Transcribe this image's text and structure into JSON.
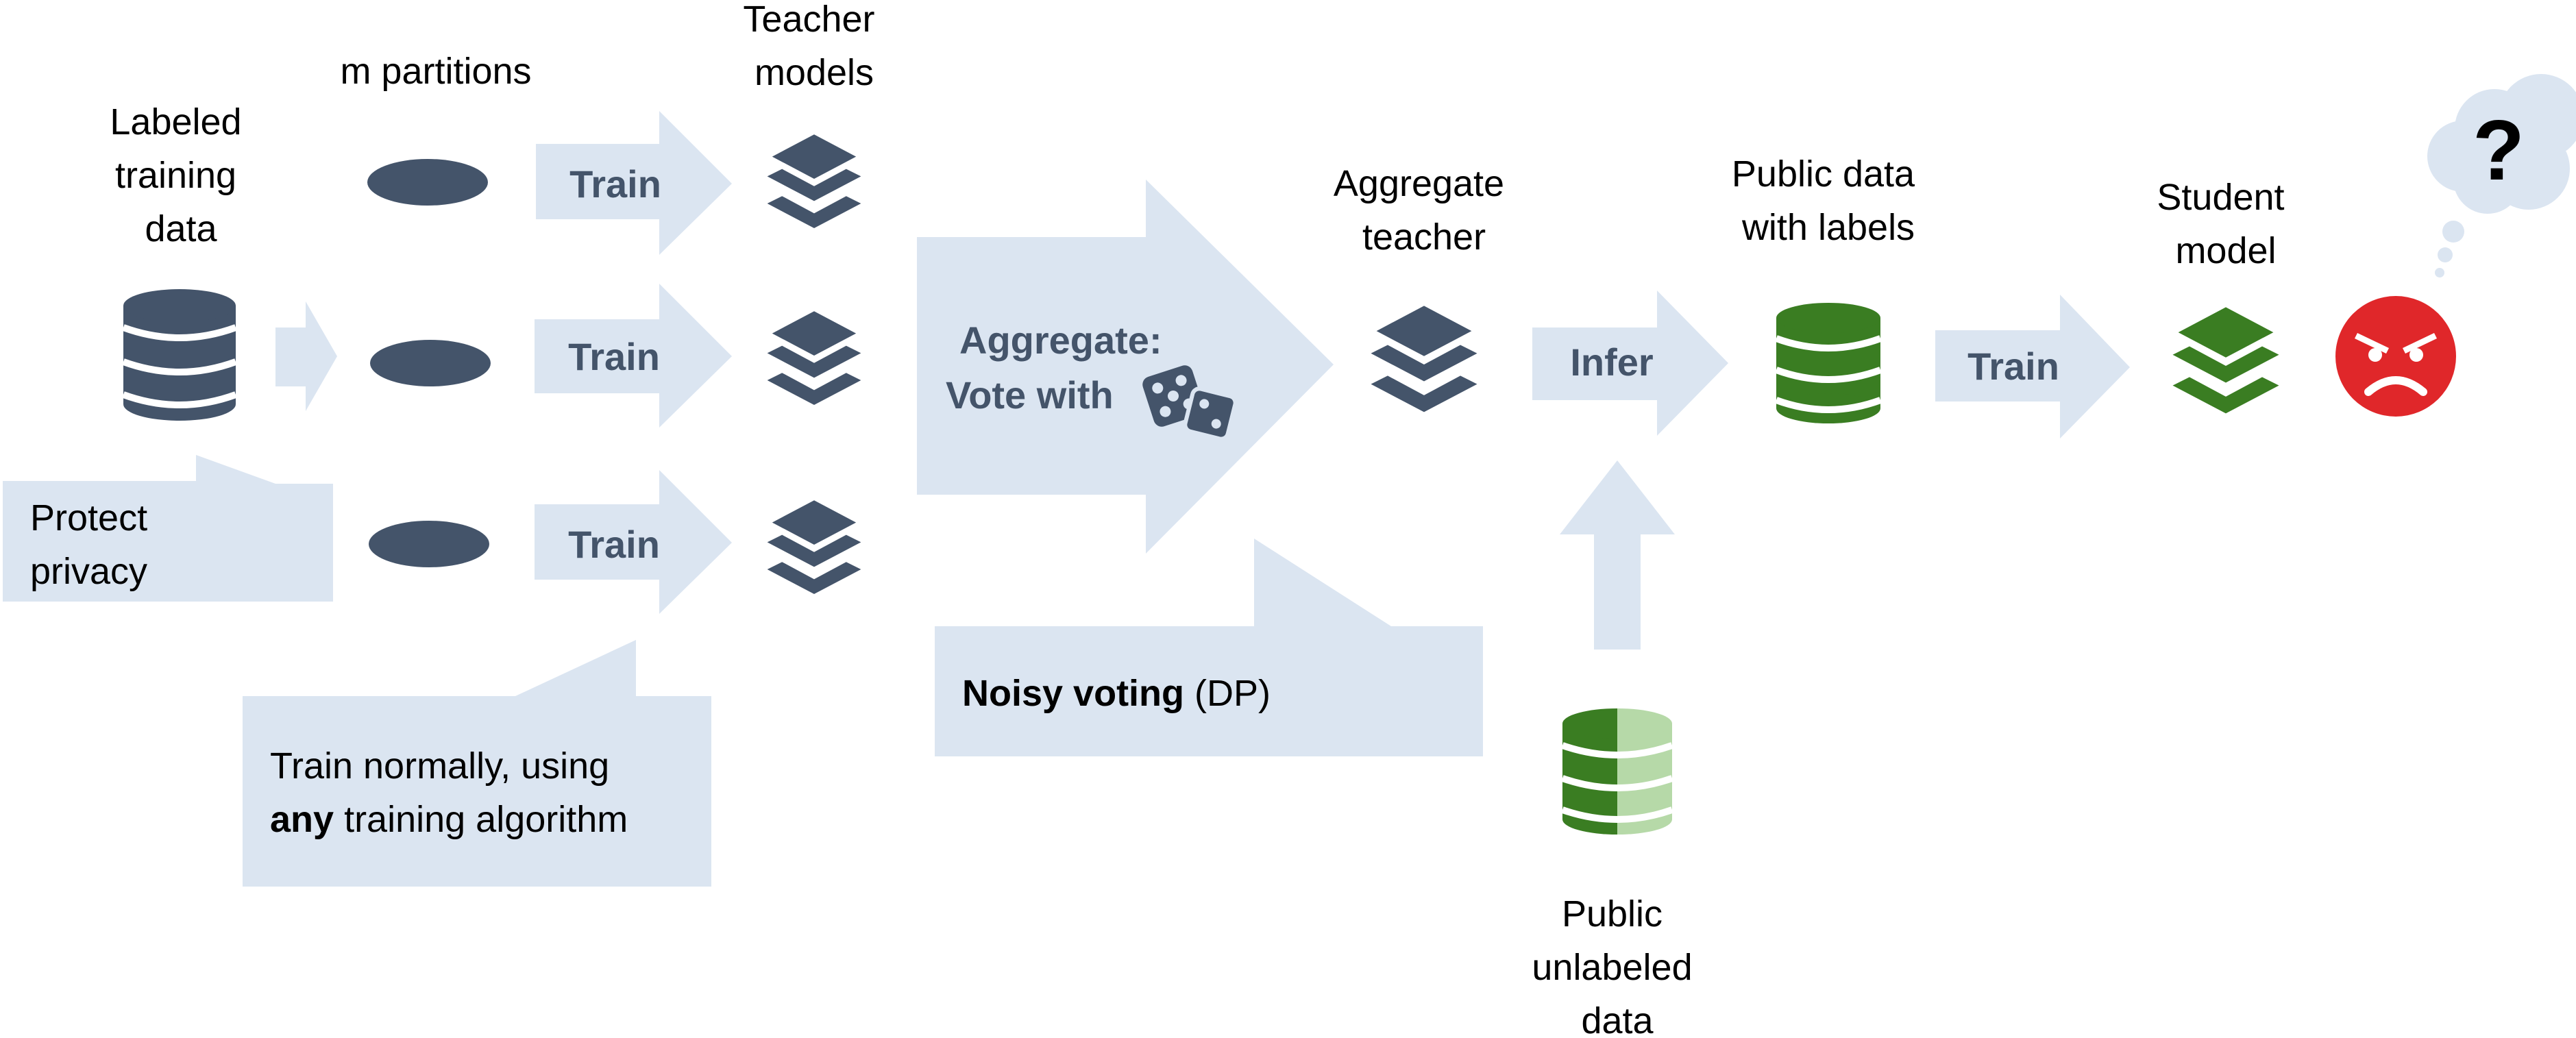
{
  "colors": {
    "arrow_fill": "#dbe5f1",
    "dark_icon": "#44546a",
    "green_icon": "#3a7d22",
    "light_green": "#b6d9a8",
    "angry_face": "#e0272a",
    "text": "#000000"
  },
  "labels": {
    "labeled_training_data": [
      "Labeled",
      "training",
      "data"
    ],
    "m_partitions": "m partitions",
    "teacher_models": [
      "Teacher",
      "models"
    ],
    "aggregate_teacher": [
      "Aggregate",
      "teacher"
    ],
    "public_data_with_labels": [
      "Public data",
      "with labels"
    ],
    "student_model": [
      "Student",
      "model"
    ],
    "public_unlabeled_data": [
      "Public",
      "unlabeled",
      "data"
    ],
    "thought_mark": "?"
  },
  "arrows": {
    "train_1": "Train",
    "train_2": "Train",
    "train_3": "Train",
    "aggregate_line1": "Aggregate:",
    "aggregate_line2": "Vote with",
    "infer": "Infer",
    "train_student": "Train"
  },
  "callouts": {
    "protect_privacy": [
      "Protect",
      "privacy"
    ],
    "train_normally_line1": "Train normally, using",
    "train_normally_bold": "any",
    "train_normally_rest": " training algorithm",
    "noisy_bold": "Noisy voting",
    "noisy_rest": " (DP)"
  },
  "icons": {
    "database": "database-icon",
    "partition": "partition-ellipse-icon",
    "layers": "layers-stack-icon",
    "dice": "dice-icon",
    "angry": "angry-face-icon",
    "thought": "thought-bubble-icon"
  }
}
